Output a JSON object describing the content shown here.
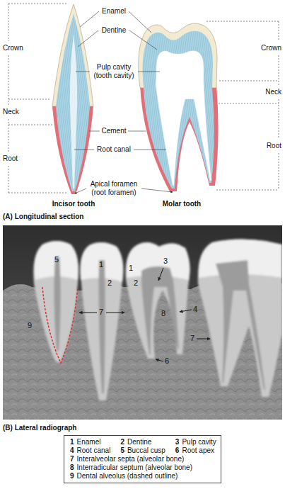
{
  "diagram": {
    "nodes": [
      {
        "text": [
          "1",
          "Enamel",
          "2",
          "Dentine",
          "3",
          "Pulp cavity",
          "4",
          "Root canal",
          "5",
          "Buccal cusp",
          "6",
          "Root apex",
          "7",
          "Interalveolar septa (alveolar bone)",
          "8",
          "Interradicular septum (alveolar bone)",
          "9",
          "Dental alveolus (dashed outline)"
        ]
      }
    ],
    "labels": [
      "Enamel",
      "Dentine",
      "Pulp cavity (tooth cavity)",
      "Cement",
      "Root canal",
      "Apical foramen (root foramen)",
      "Crown",
      "Neck",
      "Root",
      "Crown",
      "Neck",
      "Root",
      "Incisor tooth",
      "Molar tooth",
      "(A) Longitudinal section",
      "5",
      "1",
      "2",
      "1",
      "2",
      "3",
      "7",
      "8",
      "4",
      "7",
      "6",
      "9",
      "(B) Lateral radiograph"
    ]
  }
}
